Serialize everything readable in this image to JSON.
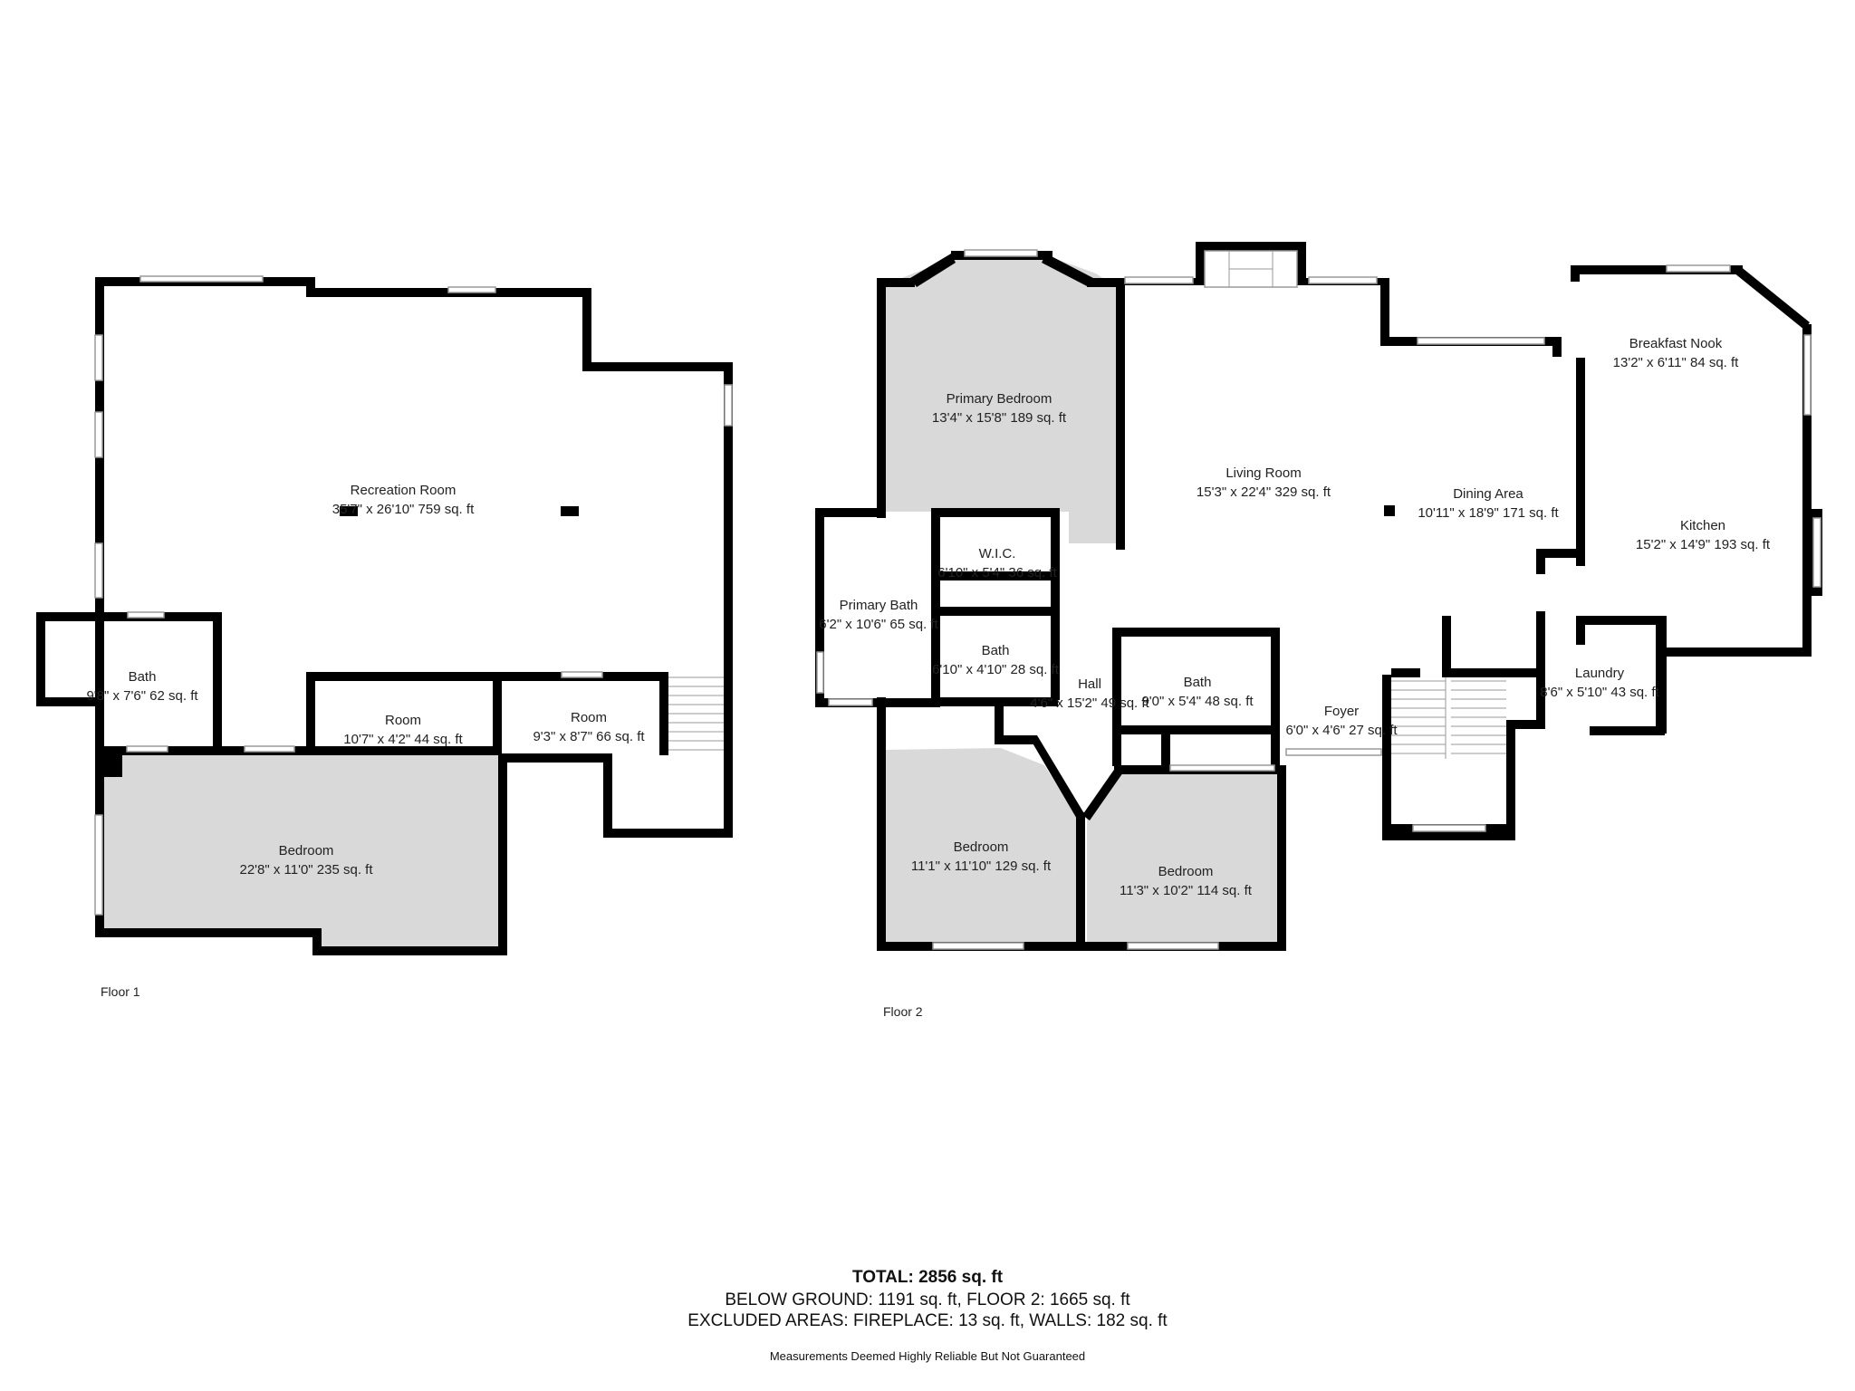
{
  "floors": [
    {
      "label": "Floor 1"
    },
    {
      "label": "Floor 2"
    }
  ],
  "rooms": {
    "recreation_room": {
      "name": "Recreation Room",
      "dims": "35'7\" x 26'10\" 759 sq. ft"
    },
    "f1_bath": {
      "name": "Bath",
      "dims": "9'8\" x 7'6\" 62 sq. ft"
    },
    "f1_room_a": {
      "name": "Room",
      "dims": "10'7\" x 4'2\" 44 sq. ft"
    },
    "f1_room_b": {
      "name": "Room",
      "dims": "9'3\" x 8'7\" 66 sq. ft"
    },
    "f1_bedroom": {
      "name": "Bedroom",
      "dims": "22'8\" x 11'0\" 235 sq. ft"
    },
    "primary_bedroom": {
      "name": "Primary Bedroom",
      "dims": "13'4\" x 15'8\" 189 sq. ft"
    },
    "wic": {
      "name": "W.I.C.",
      "dims": "6'10\" x 5'4\" 36 sq. ft"
    },
    "primary_bath": {
      "name": "Primary Bath",
      "dims": "6'2\" x 10'6\" 65 sq. ft"
    },
    "f2_bath_a": {
      "name": "Bath",
      "dims": "6'10\" x 4'10\" 28 sq. ft"
    },
    "hall": {
      "name": "Hall",
      "dims": "4'6\" x 15'2\" 49 sq. ft"
    },
    "f2_bath_b": {
      "name": "Bath",
      "dims": "9'0\" x 5'4\" 48 sq. ft"
    },
    "living_room": {
      "name": "Living Room",
      "dims": "15'3\" x 22'4\" 329 sq. ft"
    },
    "dining_area": {
      "name": "Dining Area",
      "dims": "10'11\" x 18'9\" 171 sq. ft"
    },
    "breakfast_nook": {
      "name": "Breakfast Nook",
      "dims": "13'2\" x 6'11\" 84 sq. ft"
    },
    "kitchen": {
      "name": "Kitchen",
      "dims": "15'2\" x 14'9\" 193 sq. ft"
    },
    "foyer": {
      "name": "Foyer",
      "dims": "6'0\" x 4'6\" 27 sq. ft"
    },
    "laundry": {
      "name": "Laundry",
      "dims": "8'6\" x 5'10\" 43 sq. ft"
    },
    "f2_bedroom_a": {
      "name": "Bedroom",
      "dims": "11'1\" x 11'10\" 129 sq. ft"
    },
    "f2_bedroom_b": {
      "name": "Bedroom",
      "dims": "11'3\" x 10'2\" 114 sq. ft"
    }
  },
  "summary": {
    "total": "TOTAL: 2856 sq. ft",
    "below": "BELOW GROUND: 1191 sq. ft, FLOOR 2: 1665 sq. ft",
    "excluded": "EXCLUDED AREAS: FIREPLACE: 13 sq. ft, WALLS: 182 sq. ft",
    "disclaimer": "Measurements Deemed Highly Reliable But Not Guaranteed"
  }
}
